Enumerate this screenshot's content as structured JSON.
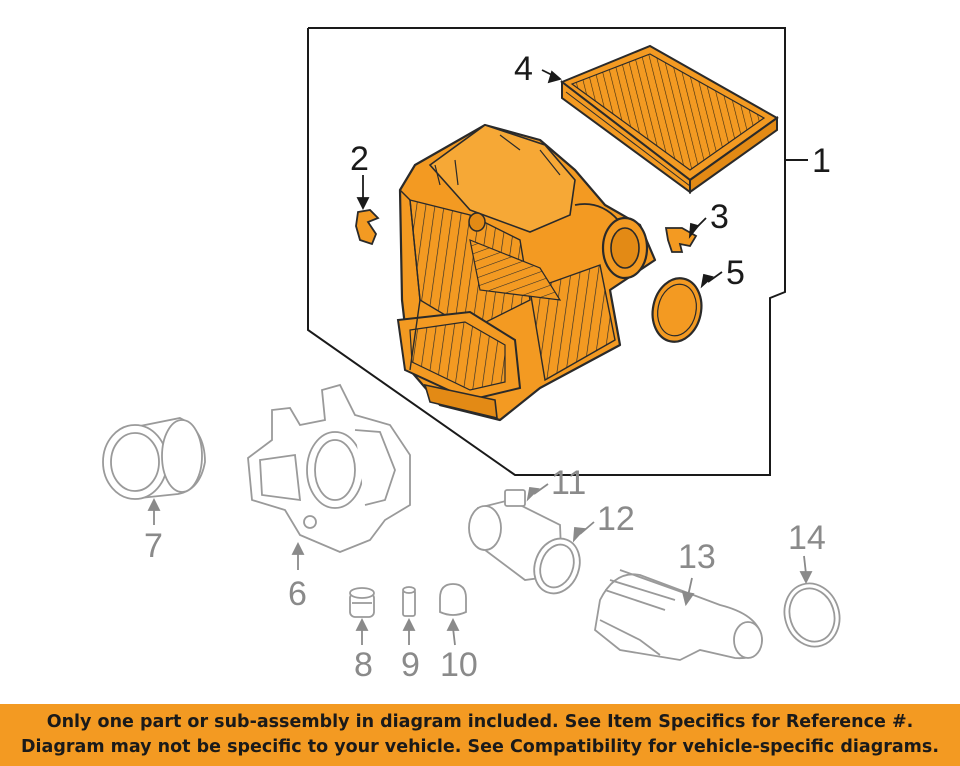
{
  "callouts": {
    "c1": "1",
    "c2": "2",
    "c3": "3",
    "c4": "4",
    "c5": "5",
    "c6": "6",
    "c7": "7",
    "c8": "8",
    "c9": "9",
    "c10": "10",
    "c11": "11",
    "c12": "12",
    "c13": "13",
    "c14": "14"
  },
  "notice": {
    "line1": "Only one part or sub-assembly in diagram included. See Item Specifics for Reference #.",
    "line2": "Diagram may not be specific to your vehicle. See Compatibility for vehicle-specific diagrams."
  },
  "colors": {
    "highlight_fill": "#f39a22",
    "outline_dark": "#2a2a2a",
    "outline_gray": "#9a9a9a",
    "banner": "#f39a22"
  }
}
